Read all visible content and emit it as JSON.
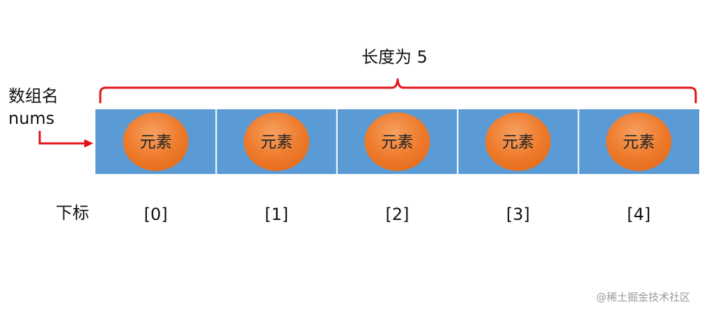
{
  "length_label": "长度为 5",
  "array_name": [
    "数组名",
    "nums"
  ],
  "index_title": "下标",
  "elements": [
    {
      "text": "元素",
      "index": "[0]"
    },
    {
      "text": "元素",
      "index": "[1]"
    },
    {
      "text": "元素",
      "index": "[2]"
    },
    {
      "text": "元素",
      "index": "[3]"
    },
    {
      "text": "元素",
      "index": "[4]"
    }
  ],
  "watermark": "@稀土掘金技术社区",
  "colors": {
    "cell_fill": "#5b9bd5",
    "cell_divider": "#ffffff",
    "element_fill": "#ed7d31",
    "element_highlight": "#f4a565",
    "bracket": "#e0151b",
    "arrow": "#e0151b"
  }
}
